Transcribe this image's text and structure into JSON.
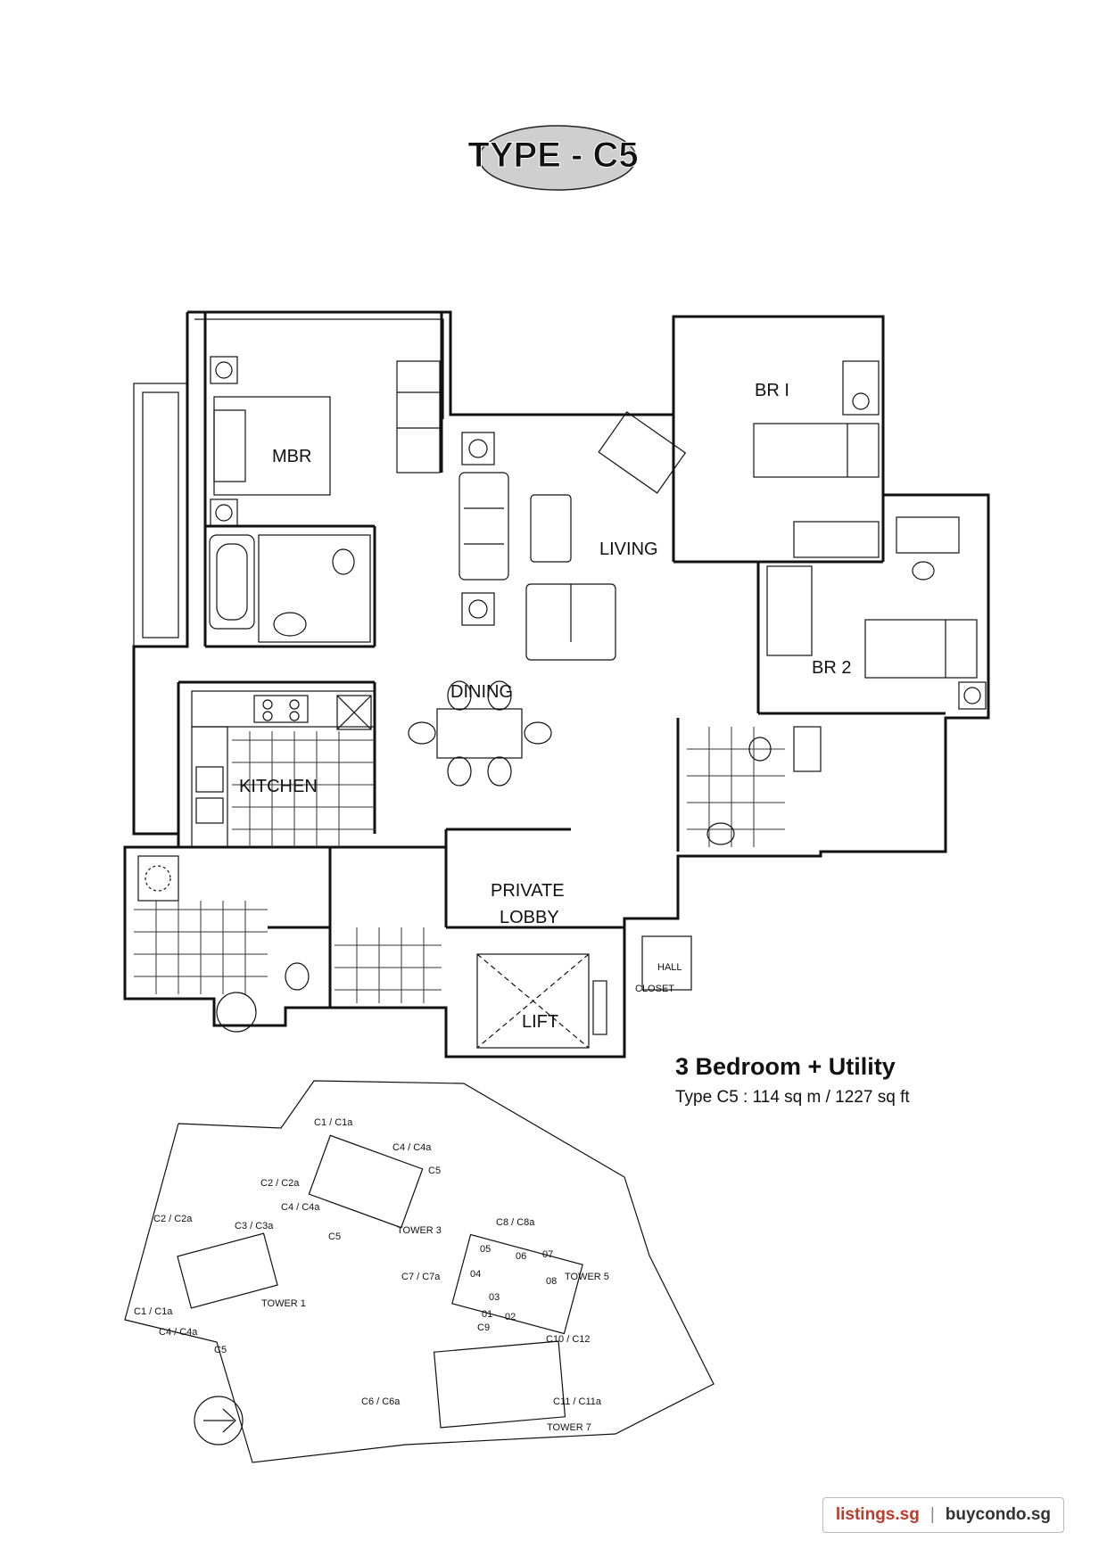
{
  "title": "TYPE - C5",
  "rooms": {
    "mbr": "MBR",
    "br1": "BR I",
    "br2": "BR 2",
    "living": "LIVING",
    "dining": "DINING",
    "kitchen": "KITCHEN",
    "lobby_1": "PRIVATE",
    "lobby_2": "LOBBY",
    "hall_1": "HALL",
    "hall_2": "CLOSET",
    "lift": "LIFT"
  },
  "summary": {
    "title": "3 Bedroom + Utility",
    "subtitle": "Type C5 : 114 sq m / 1227 sq ft"
  },
  "site_plan": {
    "towers": [
      "TOWER 1",
      "TOWER 3",
      "TOWER 5",
      "TOWER 7"
    ],
    "unit_labels": [
      "C1 / C1a",
      "C4 / C4a",
      "C5",
      "C2 / C2a",
      "C4 / C4a",
      "C5",
      "C2 / C2a",
      "C3 / C3a",
      "C1 / C1a",
      "C4 / C4a",
      "C5",
      "C8 / C8a",
      "C7 / C7a",
      "C9",
      "C10 / C12",
      "C6 / C6a",
      "C11 / C11a"
    ],
    "unit_numbers": [
      "01",
      "02",
      "03",
      "04",
      "05",
      "06",
      "07",
      "08"
    ]
  },
  "footer": {
    "site_a": "listings.sg",
    "separator": "|",
    "site_b": "buycondo.sg"
  }
}
